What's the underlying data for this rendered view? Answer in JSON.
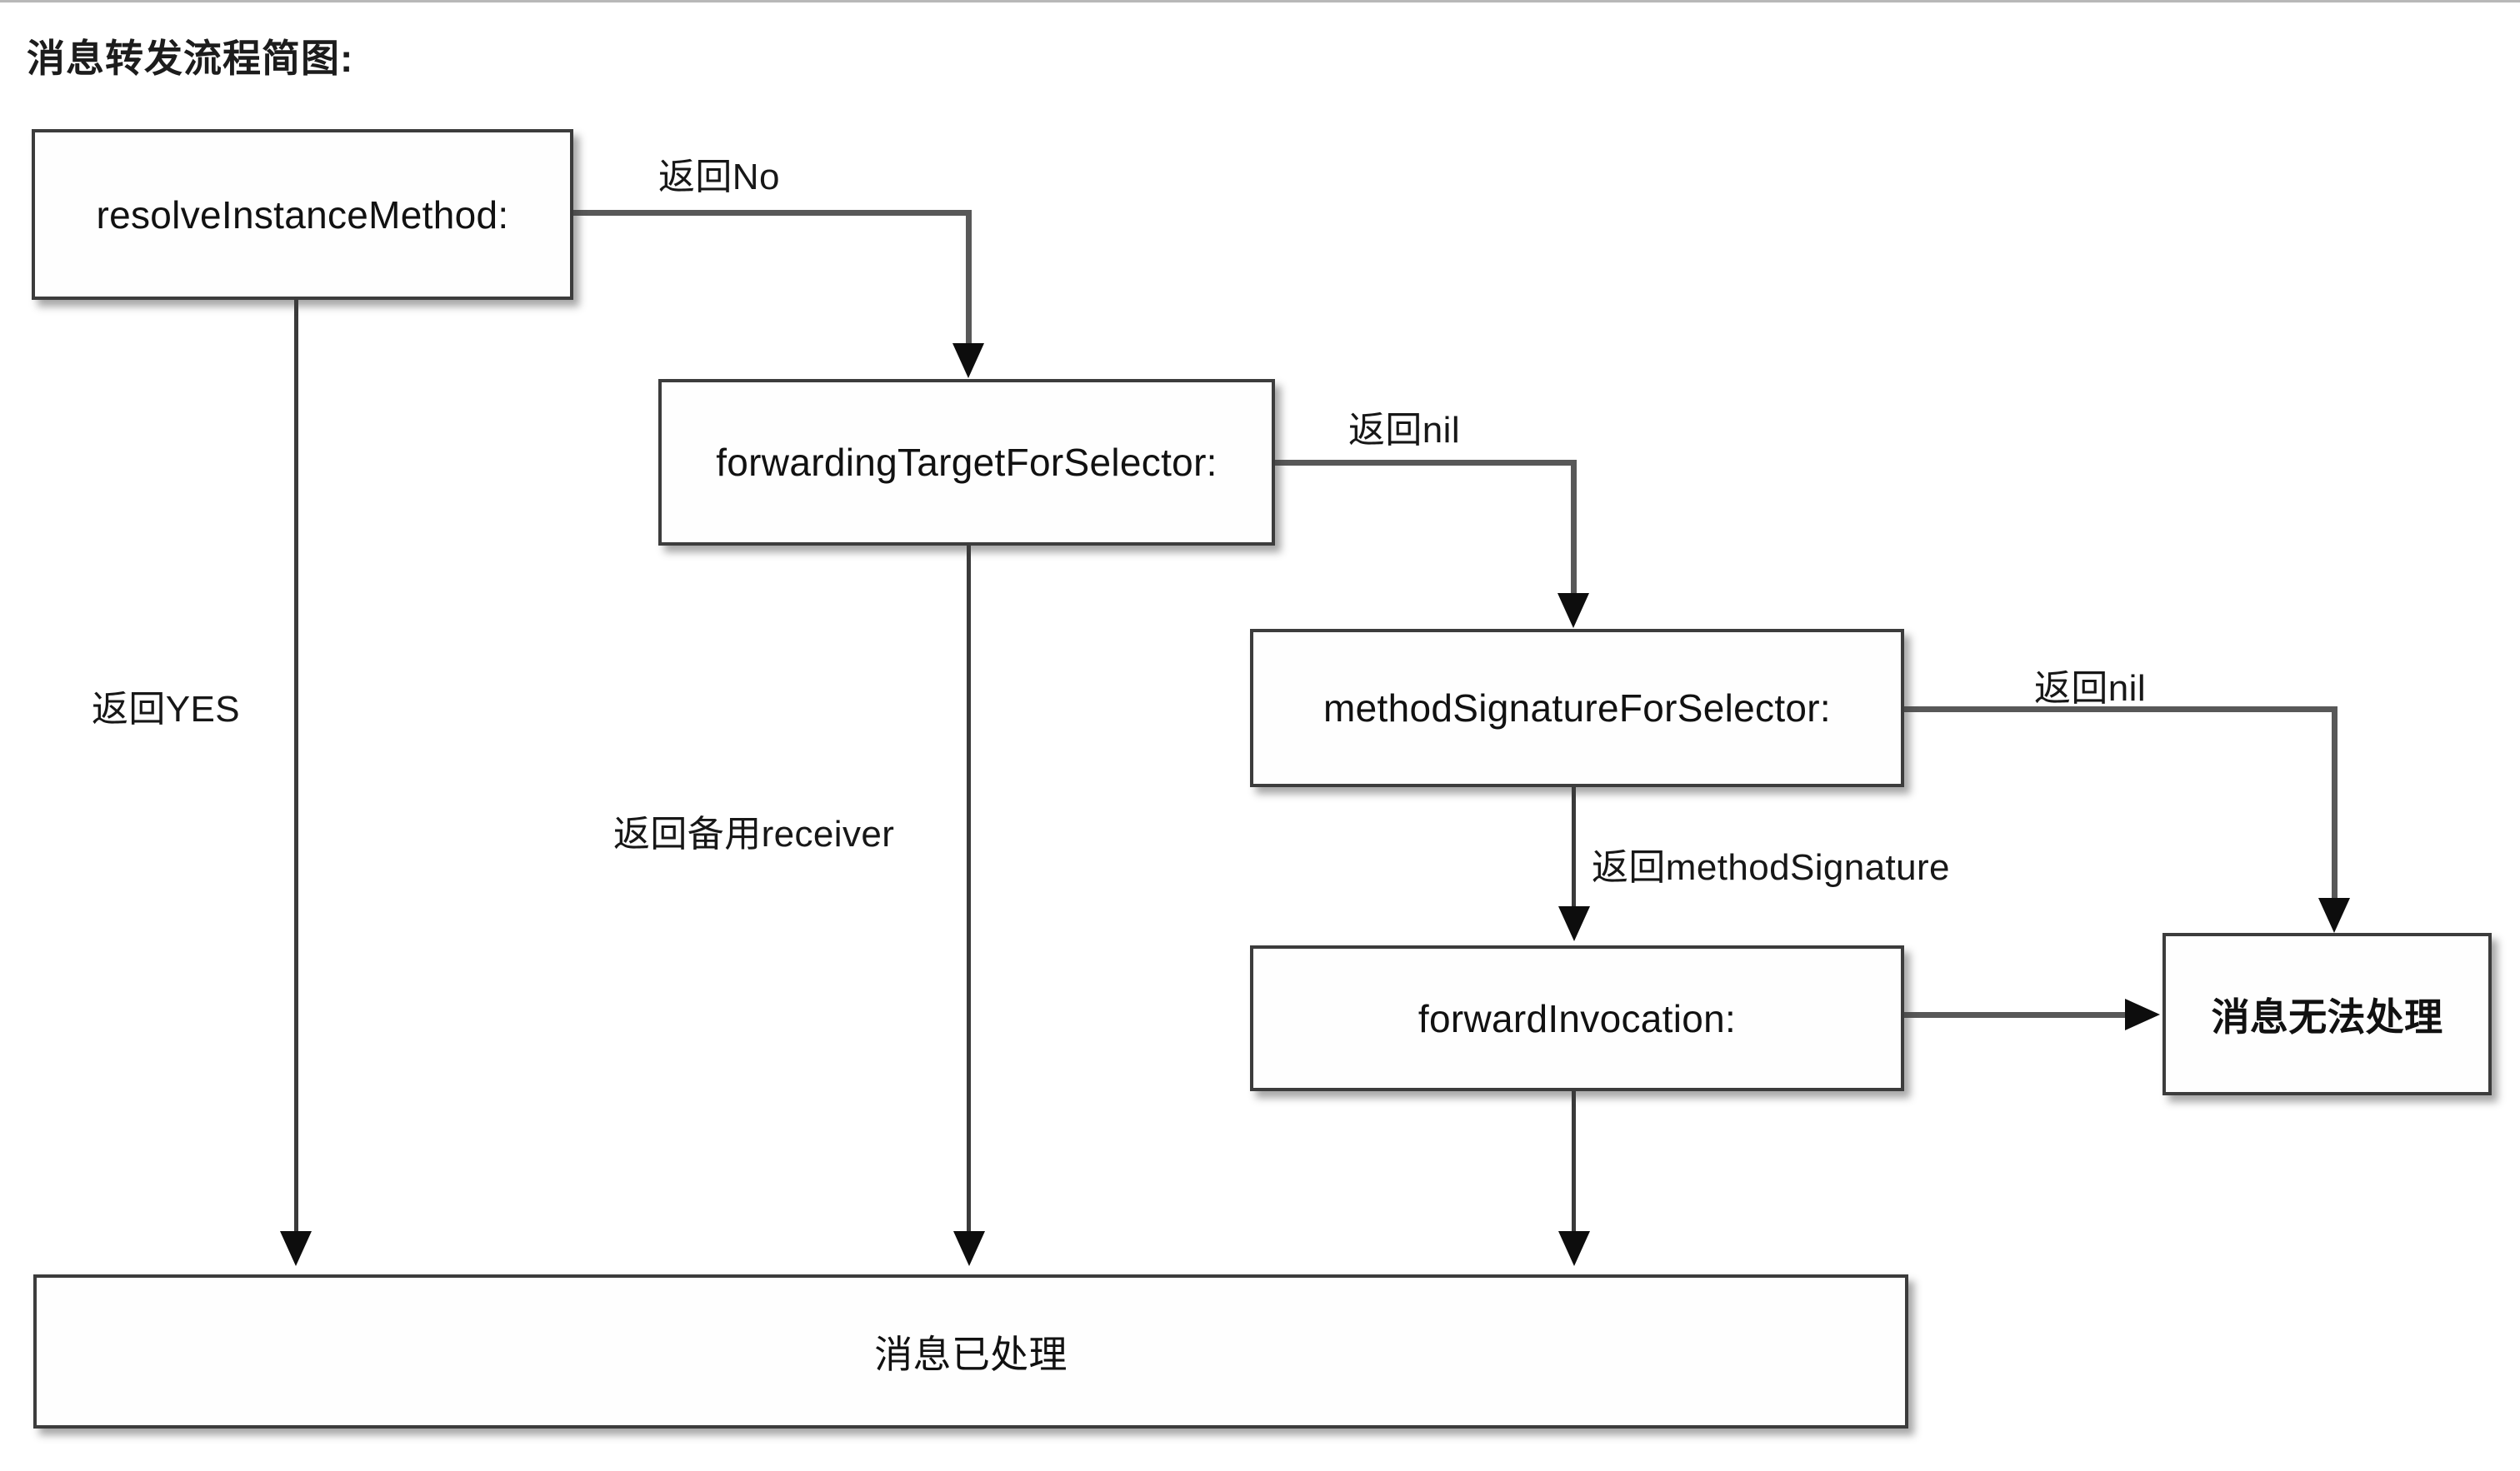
{
  "diagram": {
    "title": "消息转发流程简图:",
    "nodes": [
      {
        "id": "resolveInstanceMethod",
        "label": "resolveInstanceMethod:"
      },
      {
        "id": "forwardingTargetForSelector",
        "label": "forwardingTargetForSelector:"
      },
      {
        "id": "methodSignatureForSelector",
        "label": "methodSignatureForSelector:"
      },
      {
        "id": "forwardInvocation",
        "label": "forwardInvocation:"
      },
      {
        "id": "messageUnhandled",
        "label": "消息无法处理"
      },
      {
        "id": "messageHandled",
        "label": "消息已处理"
      }
    ],
    "edges": [
      {
        "id": "resolve-no",
        "from": "resolveInstanceMethod",
        "to": "forwardingTargetForSelector",
        "label": "返回No"
      },
      {
        "id": "resolve-yes",
        "from": "resolveInstanceMethod",
        "to": "messageHandled",
        "label": "返回YES"
      },
      {
        "id": "forwarding-nil",
        "from": "forwardingTargetForSelector",
        "to": "methodSignatureForSelector",
        "label": "返回nil"
      },
      {
        "id": "forwarding-receiver",
        "from": "forwardingTargetForSelector",
        "to": "messageHandled",
        "label": "返回备用receiver"
      },
      {
        "id": "signature-nil",
        "from": "methodSignatureForSelector",
        "to": "messageUnhandled",
        "label": "返回nil"
      },
      {
        "id": "signature-ok",
        "from": "methodSignatureForSelector",
        "to": "forwardInvocation",
        "label": "返回methodSignature"
      },
      {
        "id": "invocation-unhandled",
        "from": "forwardInvocation",
        "to": "messageUnhandled",
        "label": ""
      },
      {
        "id": "invocation-handled",
        "from": "forwardInvocation",
        "to": "messageHandled",
        "label": ""
      }
    ],
    "colors": {
      "box_border": "#3c3c3c",
      "box_fill": "#fefefe",
      "line": "#585858",
      "arrowhead": "#0d0d0d",
      "text": "#111111",
      "background": "#ffffff"
    }
  }
}
